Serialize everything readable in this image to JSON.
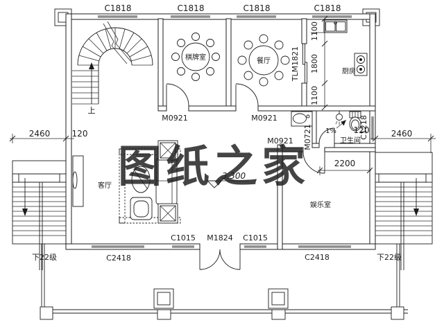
{
  "colors": {
    "line": "#1c1c1c",
    "window_fill": "#8e8e8e",
    "watermark": "#c43030"
  },
  "watermark": {
    "text": "图纸之家"
  },
  "rooms": {
    "mahjong": "棋牌室",
    "dining": "餐厅",
    "kitchen": "厨房",
    "bathroom": "卫生间",
    "living": "客厅",
    "entertainment": "娱乐室"
  },
  "openings": {
    "c1818": "C1818",
    "c2418": "C2418",
    "c1015": "C1015",
    "c1218": "C1218",
    "tlm1821": "TLM1821",
    "m0921": "M0921",
    "m0721": "M0721",
    "m1824": "M1824"
  },
  "dims": {
    "d2460": "2460",
    "d120": "120",
    "d2200": "2200",
    "d1100": "1100",
    "d1800": "1800"
  },
  "annotations": {
    "up": "上",
    "down": "下22级",
    "slope": "1%",
    "elevation": "3.300"
  }
}
